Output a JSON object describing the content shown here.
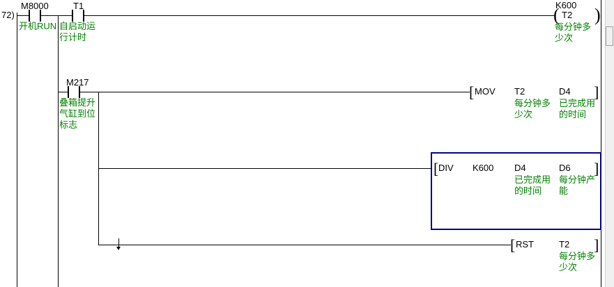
{
  "editor": {
    "rung_number": "72)",
    "comment_color": "#008000",
    "text_color": "#000000",
    "selection_color": "#00008b",
    "background": "#ffffff"
  },
  "rungs": [
    {
      "id": "rung-timer-t2",
      "contacts": [
        {
          "name": "M8000",
          "comment": "开机RUN"
        },
        {
          "name": "T1",
          "comment": "自启动运\n行计时"
        }
      ],
      "coil": {
        "preset": "K600",
        "device": "T2",
        "comment": "每分钟多\n少次"
      }
    },
    {
      "id": "rung-m217-branch",
      "contacts": [
        {
          "name": "M217",
          "comment": "叠箱提升\n气缸到位\n标志"
        }
      ],
      "branches": [
        {
          "id": "branch-mov",
          "instruction": "MOV",
          "operands": [
            {
              "value": "T2",
              "comment": "每分钟多\n少次"
            },
            {
              "value": "D4",
              "comment": "已完成用\n的时间"
            }
          ],
          "selected": false
        },
        {
          "id": "branch-div",
          "instruction": "DIV",
          "operands": [
            {
              "value": "K600",
              "comment": ""
            },
            {
              "value": "D4",
              "comment": "已完成用\n的时间"
            },
            {
              "value": "D6",
              "comment": "每分钟产\n能"
            }
          ],
          "selected": true
        },
        {
          "id": "branch-rst",
          "instruction": "RST",
          "operands": [
            {
              "value": "T2",
              "comment": "每分钟多\n少次"
            }
          ],
          "selected": false
        }
      ]
    }
  ],
  "brackets": {
    "open": "[",
    "close": "]"
  },
  "coil_glyphs": {
    "open": "(",
    "close": ")"
  }
}
